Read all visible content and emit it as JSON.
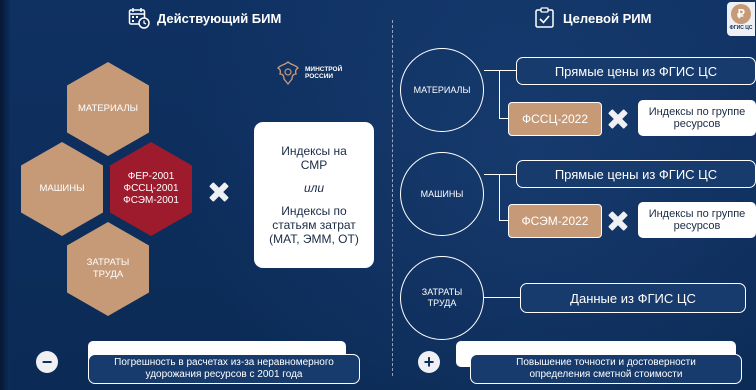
{
  "colors": {
    "background": "#0d2d5c",
    "tan": "#c69a77",
    "crimson": "#9e1b2e",
    "box_blue": "#173b6d"
  },
  "left": {
    "title": "Действующий БИМ",
    "title_icon": "calendar-clock-icon",
    "hexagons": {
      "materials": "МАТЕРИАЛЫ",
      "machines": "МАШИНЫ",
      "base_line1": "ФЕР-2001",
      "base_line2": "ФССЦ-2001",
      "base_line3": "ФСЭМ-2001",
      "labor_line1": "ЗАТРАТЫ",
      "labor_line2": "ТРУДА"
    },
    "ministry_line1": "МИНСТРОЙ",
    "ministry_line2": "РОССИИ",
    "index_box": {
      "line1": "Индексы на",
      "line2": "СМР",
      "or": "или",
      "line3": "Индексы по",
      "line4": "статьям затрат",
      "line5": "(МАТ, ЭММ, ОТ)"
    },
    "bottom": {
      "icon": "minus-icon",
      "line1": "Погрешность в расчетах из-за неравномерного",
      "line2": "удорожания ресурсов с 2001 года"
    }
  },
  "right": {
    "title": "Целевой РИМ",
    "title_icon": "clipboard-check-icon",
    "badge_label": "ФГИС ЦС",
    "badge_symbol": "₽",
    "materials": {
      "circle": "МАТЕРИАЛЫ",
      "direct": "Прямые цены из ФГИС ЦС",
      "base": "ФССЦ-2022",
      "index_line1": "Индексы по группе",
      "index_line2": "ресурсов"
    },
    "machines": {
      "circle": "МАШИНЫ",
      "direct": "Прямые цены из ФГИС ЦС",
      "base": "ФСЭМ-2022",
      "index_line1": "Индексы по группе",
      "index_line2": "ресурсов"
    },
    "labor": {
      "circle_line1": "ЗАТРАТЫ",
      "circle_line2": "ТРУДА",
      "data": "Данные из ФГИС ЦС"
    },
    "bottom": {
      "icon": "plus-icon",
      "line1": "Повышение точности и достоверности",
      "line2": "определения сметной стоимости"
    }
  }
}
